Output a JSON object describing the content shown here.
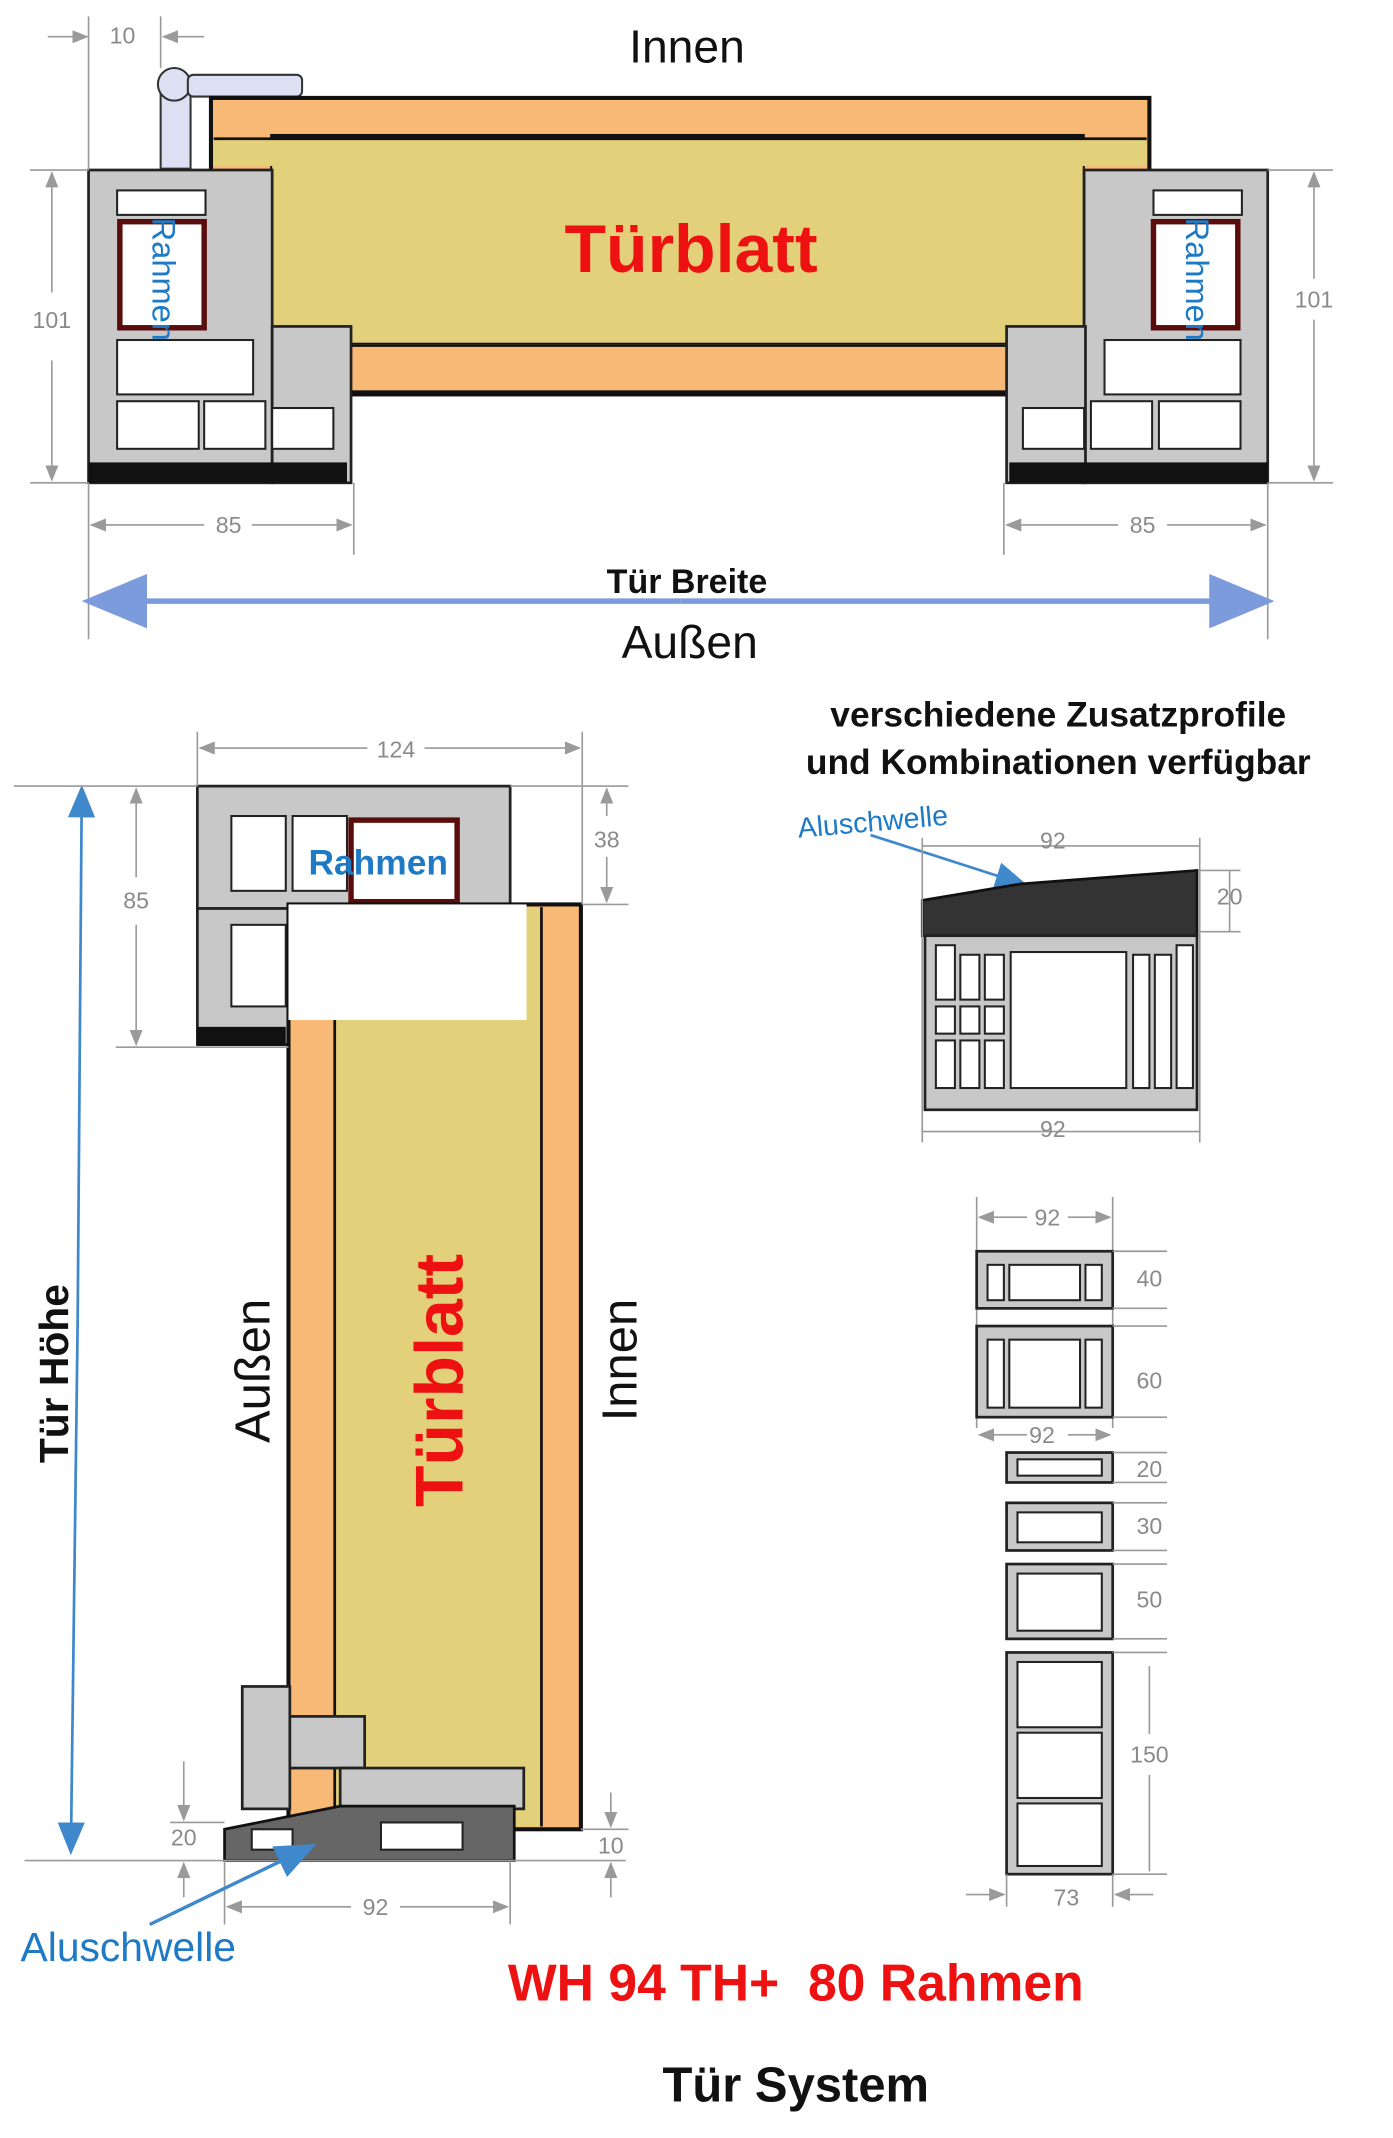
{
  "top_view": {
    "inside_label": "Innen",
    "outside_label": "Außen",
    "leaf_label": "Türblatt",
    "frame_label": "Rahmen",
    "width_label": "Tür Breite",
    "dims": {
      "hinge_offset": "10",
      "frame_height_left": "101",
      "frame_height_right": "101",
      "frame_width_left": "85",
      "frame_width_right": "85"
    }
  },
  "section_view": {
    "frame_label": "Rahmen",
    "leaf_label": "Türblatt",
    "outside_label": "Außen",
    "inside_label": "Innen",
    "height_label": "Tür Höhe",
    "threshold_label": "Aluschwelle",
    "dims": {
      "total_depth": "124",
      "overlap": "38",
      "frame_height": "85",
      "threshold_height": "20",
      "bottom_gap": "10",
      "threshold_width": "92"
    }
  },
  "extras": {
    "heading_line1": "verschiedene Zusatzprofile",
    "heading_line2": "und Kombinationen verfügbar",
    "threshold_label": "Aluschwelle",
    "threshold_dims": {
      "top": "92",
      "bottom": "92",
      "side": "20"
    },
    "profile_stack": {
      "width_top": "92",
      "width_mid": "92",
      "width_bottom": "73",
      "heights": [
        "40",
        "60",
        "20",
        "30",
        "50",
        "150"
      ]
    }
  },
  "footer": {
    "model": "WH 94 TH+  80 Rahmen",
    "system": "Tür System"
  },
  "colors": {
    "leaf_core": "#e3d07a",
    "leaf_edge": "#f9b976",
    "title_red": "#ee1111",
    "label_blue": "#1f7ac6",
    "arrow_blue": "#7c9bdc"
  }
}
